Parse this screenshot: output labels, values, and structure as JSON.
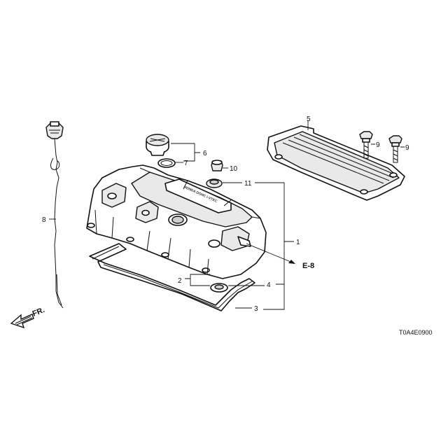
{
  "callouts": {
    "c1": "1",
    "c2": "2",
    "c3": "3",
    "c4": "4",
    "c5": "5",
    "c6": "6",
    "c7": "7",
    "c8": "8",
    "c9a": "9",
    "c9b": "9",
    "c10": "10",
    "c11": "11"
  },
  "reference": "E-8",
  "direction_label": "FR.",
  "diagram_code": "T0A4E0900",
  "cover_embossing": "HONDA DOHC i-VTEC",
  "colors": {
    "line": "#111111",
    "background": "#ffffff"
  }
}
